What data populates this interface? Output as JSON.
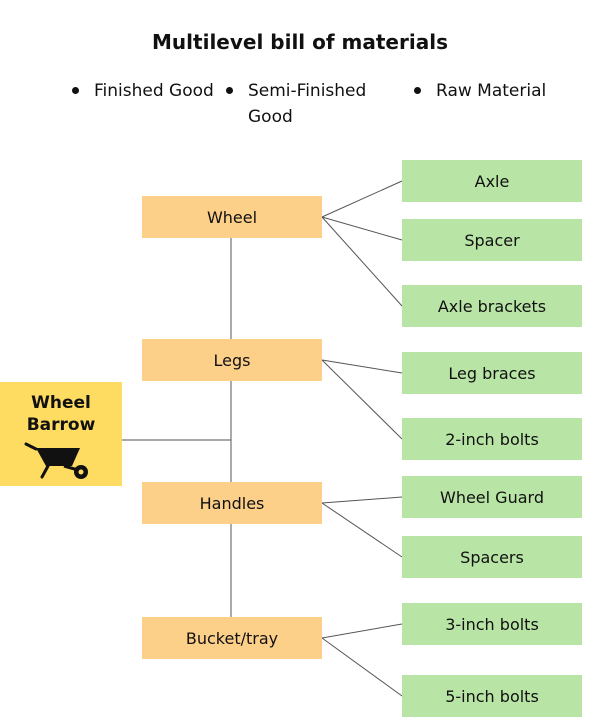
{
  "title": "Multilevel bill of materials",
  "legend": [
    {
      "label": "Finished Good"
    },
    {
      "label": "Semi-Finished Good"
    },
    {
      "label": "Raw Material"
    }
  ],
  "finished_good": {
    "line1": "Wheel",
    "line2": "Barrow",
    "icon": "wheelbarrow-icon"
  },
  "semi_finished": [
    {
      "label": "Wheel",
      "children": [
        "Axle",
        "Spacer",
        "Axle brackets"
      ]
    },
    {
      "label": "Legs",
      "children": [
        "Leg braces",
        "2-inch bolts"
      ]
    },
    {
      "label": "Handles",
      "children": [
        "Wheel Guard",
        "Spacers"
      ]
    },
    {
      "label": "Bucket/tray",
      "children": [
        "3-inch bolts",
        "5-inch bolts"
      ]
    }
  ],
  "raw_materials": [
    "Axle",
    "Spacer",
    "Axle brackets",
    "Leg braces",
    "2-inch bolts",
    "Wheel Guard",
    "Spacers",
    "3-inch bolts",
    "5-inch bolts"
  ],
  "colors": {
    "finished": "#fedb61",
    "semi_finished": "#fdd08a",
    "raw": "#b8e4a5",
    "line": "#555555"
  }
}
